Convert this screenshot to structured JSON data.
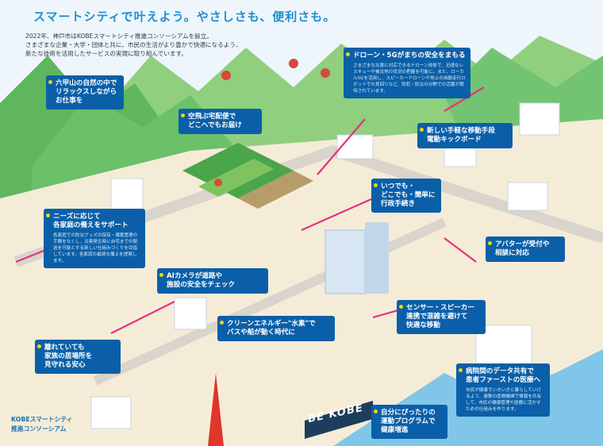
{
  "page": {
    "title": "スマートシティで叶えよう。やさしさも、便利さも。",
    "intro": [
      "2022年、神戸市はKOBEスマートシティ推進コンソーシアムを設立。",
      "さまざまな企業・大学・団体と共に、市民の生活がより豊かで快適になるよう、",
      "新たな技術を活用したサービスの実現に取り組んでいます。"
    ],
    "footer": [
      "KOBEスマートシティ",
      "推進コンソーシアム"
    ],
    "sign": "BE KOBE"
  },
  "callouts": {
    "rokko": {
      "title": "六甲山の自然の中で\nリラックスしながら\nお仕事を"
    },
    "drone_delivery": {
      "title": "空飛ぶ宅配便で\nどこへでもお届け"
    },
    "drone_5g": {
      "title": "ドローン・5Gがまちの安全をまもる",
      "text": "さまざまな災害に対応できるドローン技術で、迅速なレスキューや被災地の状況の把握を可能に。また、ローカル5Gを活用し、スピーカードローンや地上の自動走行ロボットでの見回りなど、防犯・防災の分野での活躍が期待されています。"
    },
    "kickboard": {
      "title": "新しい手軽な移動手段\n電動キックボード"
    },
    "online_gov": {
      "title": "いつでも・\nどこでも・簡単に\n行政手続き"
    },
    "needs": {
      "title": "ニーズに応じて\n各家庭の備えをサポート",
      "text": "各家庭での防災グッズの保有・備蓄管理の手間をなくし、災害発生時に自宅までの配送を可能とする新しい仕組みづくりを目指しています。各家庭の最適な備えを提案します。"
    },
    "ai_camera": {
      "title": "AIカメラが道路や\n施設の安全をチェック"
    },
    "avatar": {
      "title": "アバターが受付や\n相談に対応"
    },
    "hydrogen": {
      "title": "クリーンエネルギー\"水素\"で\nバスや船が動く時代に"
    },
    "sensor": {
      "title": "センサー・スピーカー\n連携で混雑を避けて\n快適な移動"
    },
    "remote_family": {
      "title": "離れていても\n家族の居場所を\n見守れる安心"
    },
    "medical": {
      "title": "病院間のデータ共有で\n患者ファーストの医療へ",
      "text": "市民が健康でいきいきと暮らしていけるよう、複数の医療機関で情報を共有して、市民の健康管理や医療に活かすための仕組みを作ります。"
    },
    "exercise": {
      "title": "自分にぴったりの\n運動プログラムで\n健康増進"
    }
  },
  "colors": {
    "callout_bg": "#0a5fa8",
    "callout_dot": "#f1d800",
    "route": "#e5317f",
    "sea": "#7fc6e8",
    "mountain": "#64bc66",
    "title": "#1f8fcf"
  }
}
